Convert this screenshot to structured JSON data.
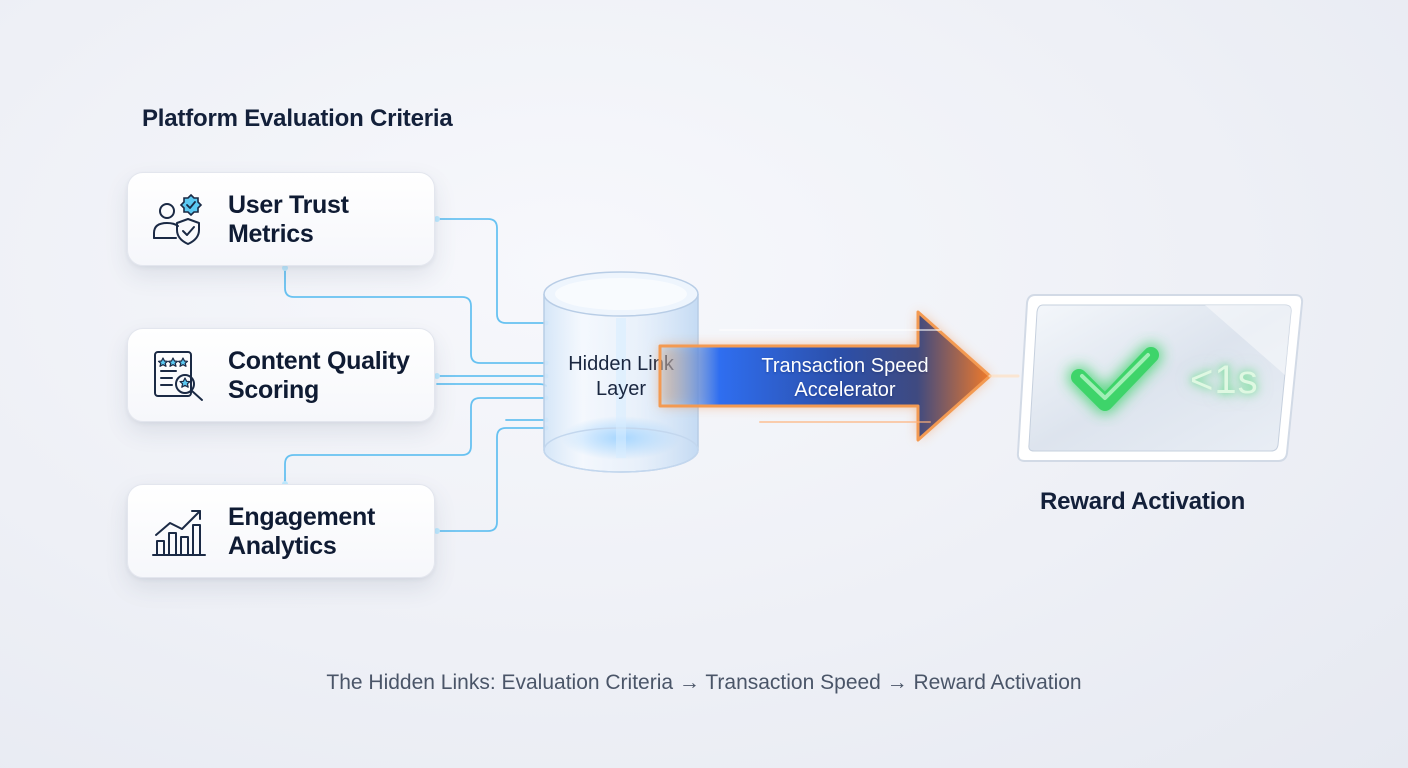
{
  "section_title": "Platform Evaluation Criteria",
  "criteria": [
    {
      "label": "User Trust Metrics",
      "icon": "user-shield-icon"
    },
    {
      "label": "Content Quality Scoring",
      "icon": "rated-document-search-icon"
    },
    {
      "label": "Engagement Analytics",
      "icon": "bar-chart-trend-icon"
    }
  ],
  "hidden_link": {
    "label": "Hidden Link Layer",
    "icon": "glass-cylinder-icon"
  },
  "accelerator": {
    "label": "Transaction Speed Accelerator",
    "icon": "gradient-arrow-icon"
  },
  "reward": {
    "speed": "<1s",
    "title": "Reward Activation",
    "icon": "check-mark-icon"
  },
  "caption": "The Hidden Links: Evaluation Criteria → Transaction Speed → Reward Activation",
  "colors": {
    "connector": "#4fb9f0",
    "arrow_start": "#2f6ef0",
    "arrow_end": "#f07a2a",
    "check": "#3ed46a",
    "text": "#13203a"
  }
}
